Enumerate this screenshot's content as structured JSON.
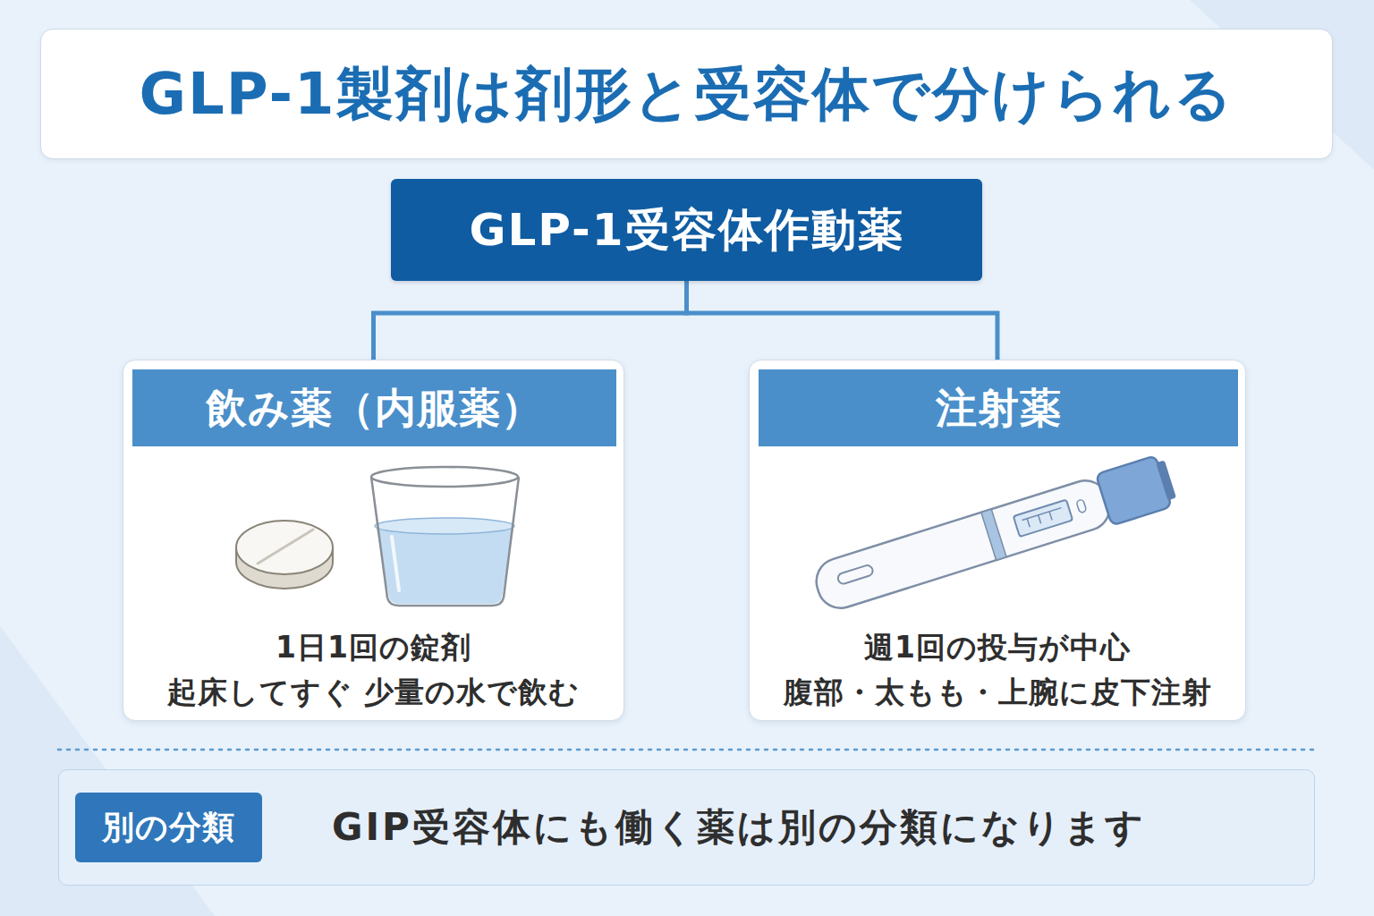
{
  "diagram": {
    "title": "GLP-1製剤は剤形と受容体で分けられる",
    "nodes": [
      {
        "text": [
          "GLP-1受容体作動薬"
        ]
      },
      {
        "text": [
          "1日1回の錠剤",
          "起床してすぐ 少量の水で飲む"
        ]
      },
      {
        "text": [
          "飲み薬（内服薬）"
        ],
        "in": 1
      },
      {
        "text": [
          "週1回の投与が中心",
          "腹部・太もも・上腕に皮下注射"
        ]
      },
      {
        "text": [
          "注射薬"
        ],
        "in": 3
      },
      {
        "text": [
          "GIP受容体にも働く薬は別の分類になります"
        ]
      },
      {
        "text": [
          "別の分類"
        ],
        "in": 5
      }
    ],
    "edges": [
      {
        "from": 0,
        "to": 1,
        "arrow": "none"
      },
      {
        "from": 0,
        "to": 3,
        "arrow": "none"
      }
    ]
  }
}
